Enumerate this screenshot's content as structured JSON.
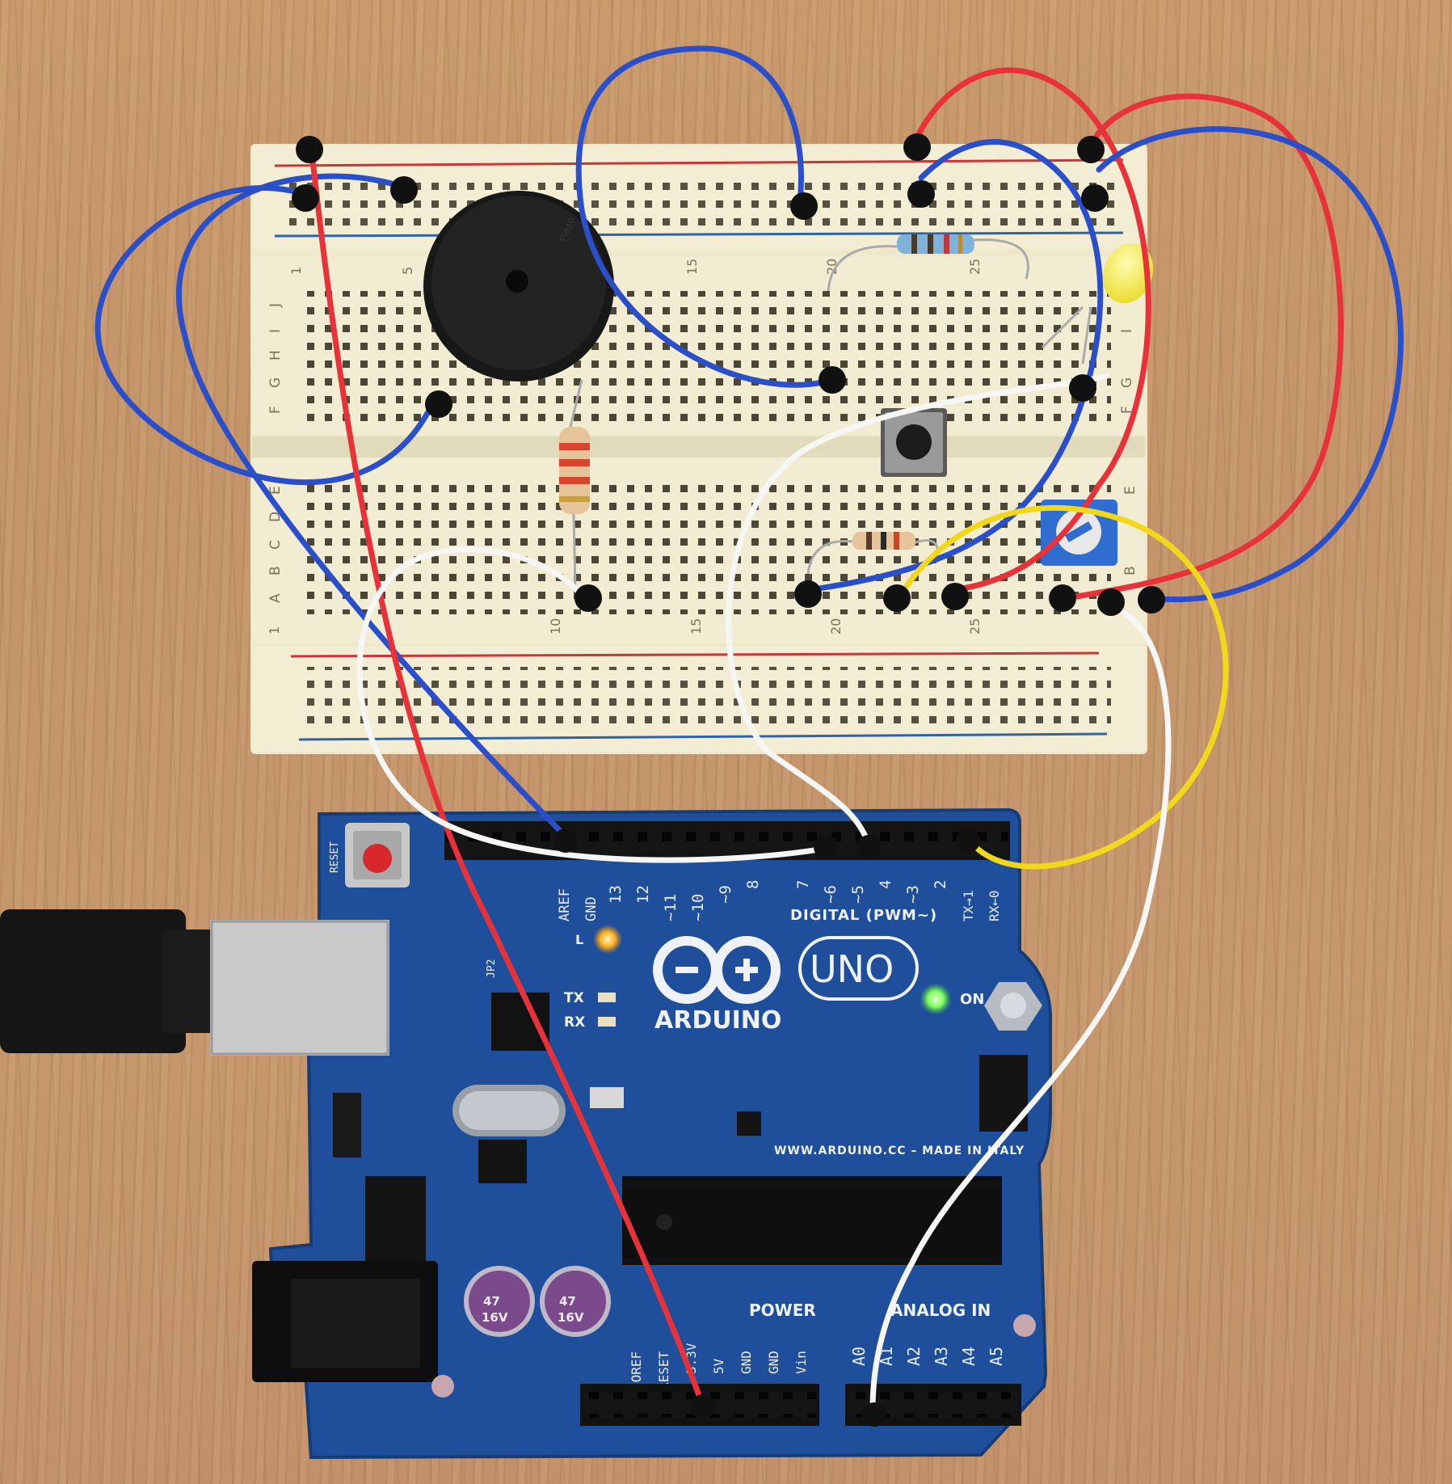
{
  "board": {
    "brand": "ARDUINO",
    "model": "UNO",
    "digital_label": "DIGITAL (PWM~)",
    "pin_labels": [
      "AREF",
      "GND",
      "13",
      "12",
      "~11",
      "~10",
      "~9",
      "8",
      "7",
      "~6",
      "~5",
      "4",
      "~3",
      "2",
      "TX→1",
      "RX←0"
    ],
    "power_label": "POWER",
    "power_pins": [
      "IOREF",
      "RESET",
      "3.3V",
      "5V",
      "GND",
      "GND",
      "Vin"
    ],
    "analog_label": "ANALOG IN",
    "analog_pins": [
      "A0",
      "A1",
      "A2",
      "A3",
      "A4",
      "A5"
    ],
    "reset_label": "RESET",
    "led_l": "L",
    "led_tx": "TX",
    "led_rx": "RX",
    "led_on": "ON",
    "jp_label": "JP2",
    "website": "WWW.ARDUINO.CC – MADE IN ITALY",
    "capacitor_label": [
      "47",
      "16V"
    ]
  },
  "breadboard": {
    "column_numbers": [
      "1",
      "5",
      "10",
      "15",
      "20",
      "25"
    ],
    "rows_top": [
      "J",
      "I",
      "H",
      "G",
      "F"
    ],
    "rows_bottom": [
      "E",
      "D",
      "C",
      "B",
      "A"
    ]
  },
  "colors": {
    "wire_blue": "#2a4fc8",
    "wire_red": "#e8323a",
    "wire_white": "#f6f6f4",
    "wire_yellow": "#f2d81c",
    "pcb": "#1f4f9a",
    "breadboard": "#f2ecd0",
    "led_yellow": "#f5f04a",
    "led_green": "#7dff5a"
  }
}
